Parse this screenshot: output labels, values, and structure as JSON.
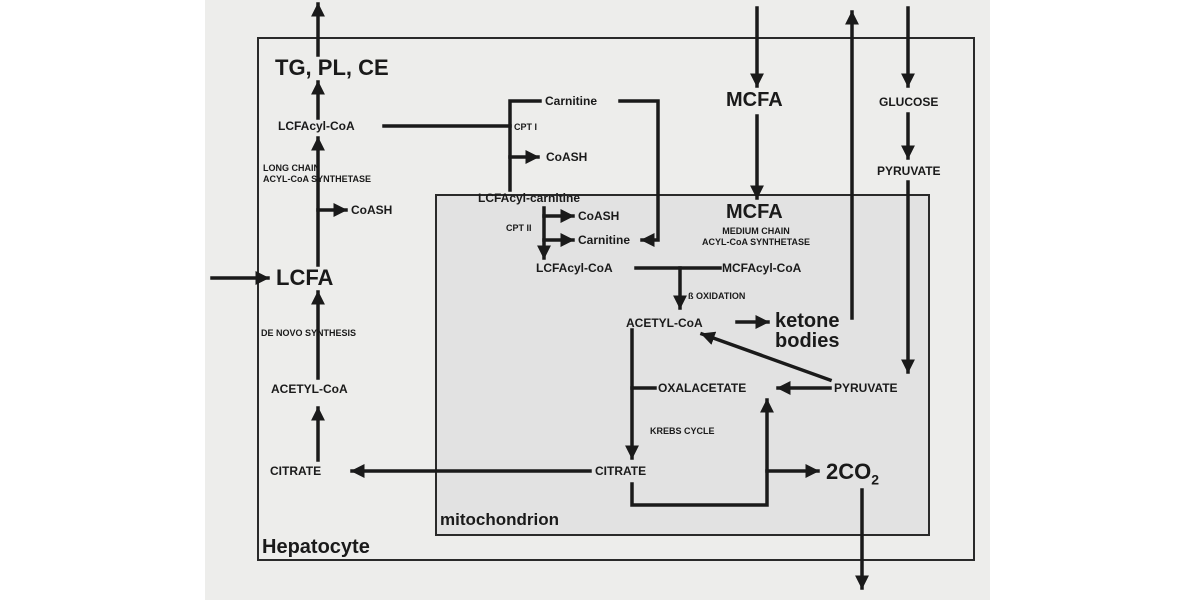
{
  "diagram": {
    "containers": {
      "cell": "Hepatocyte",
      "mito": "mitochondrion"
    },
    "cytosol": {
      "tg_pl_ce": "TG, PL, CE",
      "lcfacyl_coa": "LCFAcyl-CoA",
      "cpt1": "CPT I",
      "carnitine": "Carnitine",
      "coash": "CoASH",
      "long_chain_synth": "LONG CHAIN\nACYL-CoA SYNTHETASE",
      "coash_2": "CoASH",
      "lcfa": "LCFA",
      "de_novo": "DE NOVO SYNTHESIS",
      "acetyl_coa": "ACETYL-CoA",
      "citrate": "CITRATE",
      "mcfa": "MCFA",
      "glucose": "GLUCOSE",
      "pyruvate": "PYRUVATE"
    },
    "mitochondrion": {
      "lcfacyl_carnitine": "LCFAcyl-carnitine",
      "cpt2": "CPT II",
      "coash": "CoASH",
      "carnitine": "Carnitine",
      "mcfa": "MCFA",
      "medium_chain_synth": "MEDIUM CHAIN\nACYL-CoA SYNTHETASE",
      "lcfacyl_coa": "LCFAcyl-CoA",
      "mcfacyl_coa": "MCFAcyl-CoA",
      "beta_ox": "ß OXIDATION",
      "acetyl_coa": "ACETYL-CoA",
      "ketone_bodies": "ketone\nbodies",
      "oxalacetate": "OXALACETATE",
      "pyruvate": "PYRUVATE",
      "krebs": "KREBS CYCLE",
      "citrate": "CITRATE",
      "co2": "2CO",
      "co2_sub": "2"
    }
  }
}
